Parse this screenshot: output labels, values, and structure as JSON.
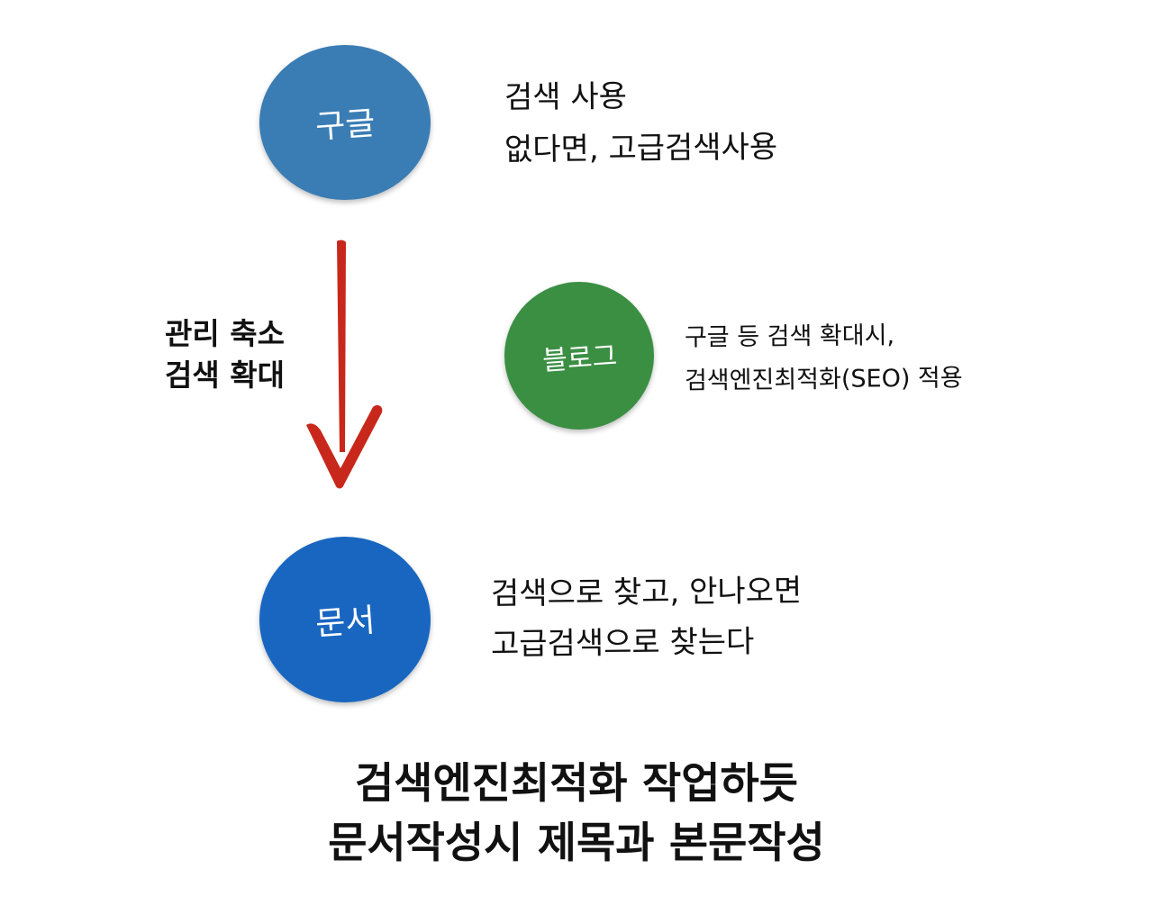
{
  "nodes": {
    "google": {
      "label": "구글",
      "color": "#3a7db5"
    },
    "blog": {
      "label": "블로그",
      "color": "#3b8f43"
    },
    "docs": {
      "label": "문서",
      "color": "#1866c0"
    }
  },
  "notes": {
    "google": [
      "검색 사용",
      "없다면, 고급검색사용"
    ],
    "blog": [
      "구글 등 검색 확대시,",
      "검색엔진최적화(SEO) 적용"
    ],
    "docs": [
      "검색으로 찾고, 안나오면",
      "고급검색으로 찾는다"
    ]
  },
  "arrow": {
    "labels": [
      "관리 축소",
      "검색 확대"
    ],
    "color": "#c8281c"
  },
  "footer": {
    "lines": [
      "검색엔진최적화 작업하듯",
      "문서작성시 제목과 본문작성"
    ]
  }
}
